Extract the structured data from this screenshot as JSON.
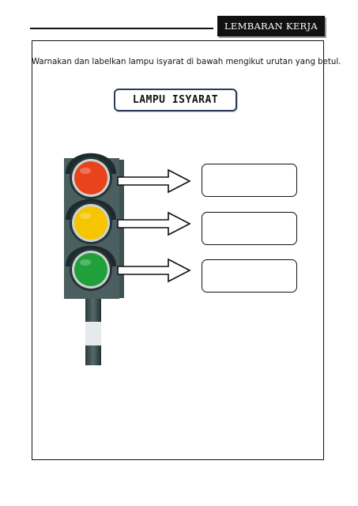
{
  "header": {
    "badge_label": "LEMBARAN KERJA"
  },
  "instruction": "Warnakan dan labelkan lampu isyarat di bawah mengikut urutan yang betul.",
  "title": "LAMPU ISYARAT",
  "lights": [
    {
      "color": "#e8431c",
      "name": "red-light"
    },
    {
      "color": "#f5c500",
      "name": "yellow-light"
    },
    {
      "color": "#1fa03a",
      "name": "green-light"
    }
  ],
  "answer_boxes": [
    {
      "value": ""
    },
    {
      "value": ""
    },
    {
      "value": ""
    }
  ]
}
